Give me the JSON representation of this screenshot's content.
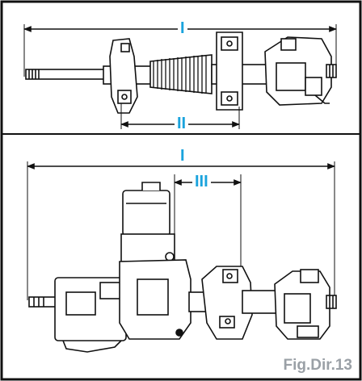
{
  "figure": {
    "label": "Fig.Dir.13",
    "accent_color": "#1aa3dd",
    "label_color": "#9aa0a6",
    "top_view": {
      "dimensions": [
        {
          "id": "overall-length",
          "label": "I"
        },
        {
          "id": "bellows-length",
          "label": "II"
        }
      ]
    },
    "bottom_view": {
      "dimensions": [
        {
          "id": "overall-length",
          "label": "I"
        },
        {
          "id": "offset-length",
          "label": "III"
        }
      ]
    }
  }
}
